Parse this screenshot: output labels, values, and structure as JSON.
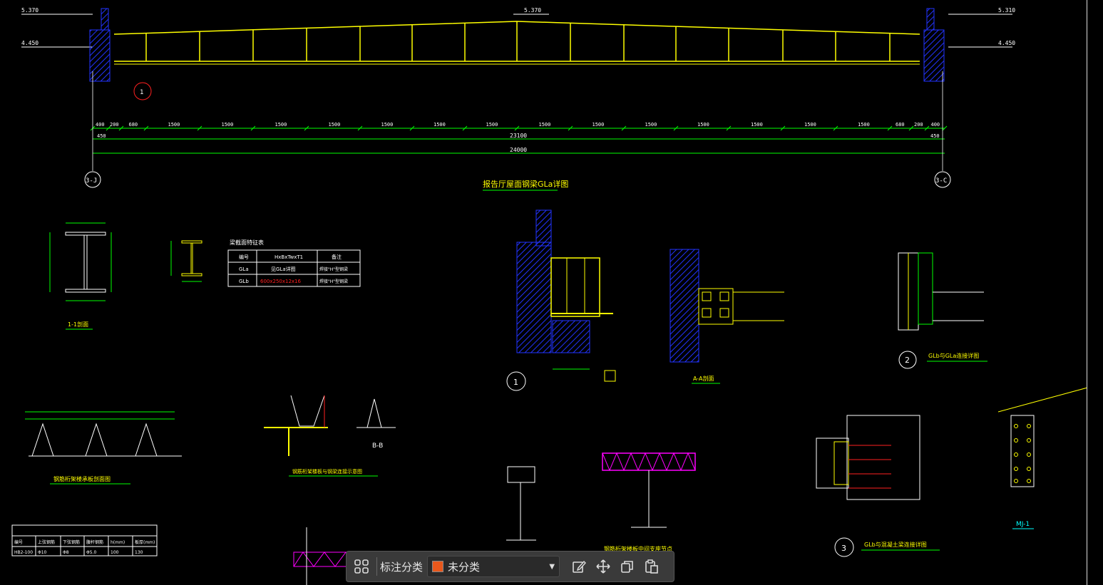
{
  "drawing": {
    "title": "报告厅屋面钢梁GLa详图",
    "elev_top_left": "5.370",
    "elev_mid_left": "4.450",
    "elev_ridge": "5.370",
    "elev_top_right": "5.310",
    "elev_mid_right": "4.450",
    "axis_left": "3-J",
    "axis_right": "3-C",
    "dim_spans": [
      "400",
      "200",
      "680",
      "1500",
      "1500",
      "1500",
      "1500",
      "1500",
      "1500",
      "1500",
      "1500",
      "1500",
      "1500",
      "1500",
      "1500",
      "1500",
      "1500",
      "680",
      "200",
      "400"
    ],
    "dim_total_inner": "23100",
    "dim_total": "24000",
    "dim_edge_left": "450",
    "dim_edge_right": "450",
    "section_1_1": "1-1剖面",
    "section_a_a": "A-A剖面",
    "section_b_b": "B-B",
    "detail_1": "1",
    "detail_2": "2",
    "detail_2_title": "GLb与GLa连接详图",
    "detail_3": "3",
    "detail_3_title": "GLb与混凝土梁连接详图",
    "mj_label": "MJ-1",
    "deck_title": "钢筋桁架楼承板剖面图",
    "steel_deck_title": "钢筋桁架楼板中间支座节点",
    "deck_conn_title": "钢筋桁架楼板与钢梁连接示意图",
    "table_header": [
      "编号",
      "HxBxTwxT1",
      "备注"
    ],
    "table_rows": [
      [
        "GLa",
        "见GLa详图",
        "焊接\"H\"型钢梁"
      ],
      [
        "GLb",
        "600x250x12x16",
        "焊接\"H\"型钢梁"
      ]
    ],
    "table_title": "梁截面特征表",
    "spec_table_header": [
      "编号",
      "上弦钢筋",
      "下弦钢筋",
      "腹杆钢筋",
      "h(mm)",
      "板厚(mm)"
    ],
    "spec_table_row": [
      "HB2-100",
      "Φ10",
      "Φ8",
      "Φ5.0",
      "100",
      "130"
    ]
  },
  "toolbar": {
    "label": "标注分类",
    "selected_category": "未分类",
    "swatch_color": "#e8581c"
  },
  "colors": {
    "yellow": "#ffff00",
    "green": "#00ff00",
    "white": "#ffffff",
    "blue": "#2233ff",
    "magenta": "#ff00ff",
    "red": "#ff2020"
  }
}
